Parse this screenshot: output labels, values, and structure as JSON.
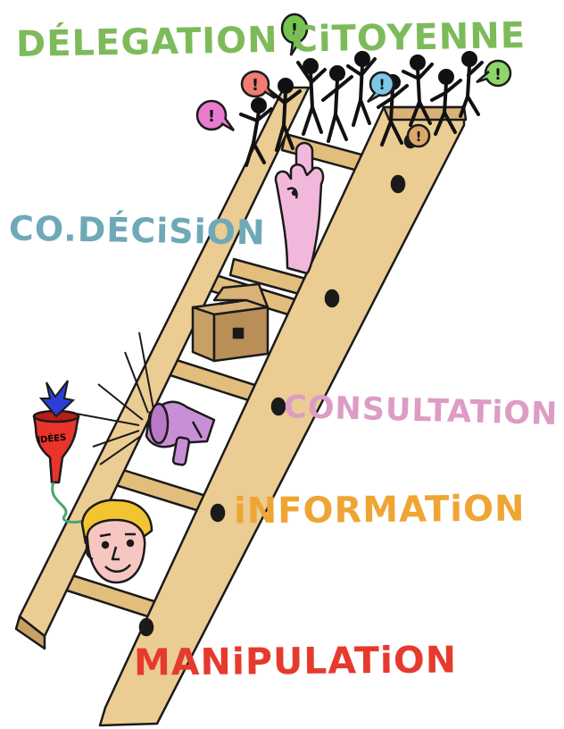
{
  "levels": [
    {
      "key": "delegation",
      "label": "DÉLEGATION CiTOYENNE",
      "color": "#7dbb5a"
    },
    {
      "key": "codecision",
      "label": "CO.DÉCiSiON",
      "color": "#6fa9b8"
    },
    {
      "key": "consultation",
      "label": "CONSULTATiON",
      "color": "#dd9cc4"
    },
    {
      "key": "information",
      "label": "iNFORMATiON",
      "color": "#efa534"
    },
    {
      "key": "manipulation",
      "label": "MANiPULATiON",
      "color": "#e63a2f"
    }
  ],
  "funnel": {
    "label": "iDÉES"
  },
  "icons": [
    "ladder-icon",
    "crowd-icon",
    "speech-bubble-icon",
    "raised-hand-icon",
    "ballot-box-icon",
    "megaphone-icon",
    "funnel-icon",
    "arrow-down-icon",
    "face-icon"
  ],
  "colors": {
    "ladder": "#e9c98c",
    "outline": "#1a1a1a",
    "hand": "#f2b8dc",
    "megaphone": "#c98fd6",
    "box": "#c9a36a",
    "funnel": "#e8342b",
    "arrow": "#2b3fd6",
    "face": "#f6c6c0",
    "hair": "#f2c431"
  }
}
